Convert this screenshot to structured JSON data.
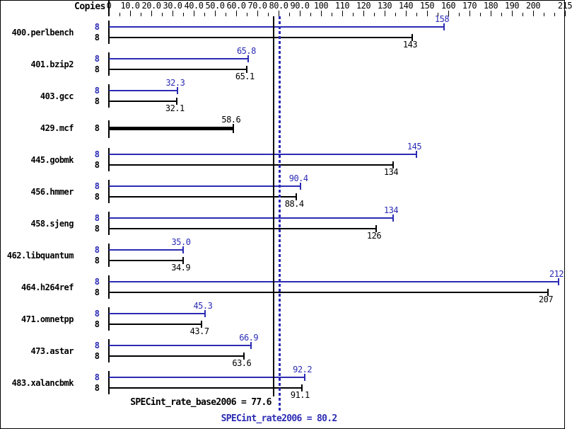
{
  "chart_data": {
    "type": "bar",
    "orientation": "horizontal",
    "copies_header": "Copies",
    "colors": {
      "peak": "#2b2bb4",
      "base": "#000000"
    },
    "axis": {
      "min": 0,
      "max": 215,
      "minor_step": 5,
      "position": "top",
      "ticks": [
        {
          "v": 0,
          "label": "0"
        },
        {
          "v": 10,
          "label": "10.0"
        },
        {
          "v": 20,
          "label": "20.0"
        },
        {
          "v": 30,
          "label": "30.0"
        },
        {
          "v": 40,
          "label": "40.0"
        },
        {
          "v": 50,
          "label": "50.0"
        },
        {
          "v": 60,
          "label": "60.0"
        },
        {
          "v": 70,
          "label": "70.0"
        },
        {
          "v": 80,
          "label": "80.0"
        },
        {
          "v": 90,
          "label": "90.0"
        },
        {
          "v": 100,
          "label": "100"
        },
        {
          "v": 110,
          "label": "110"
        },
        {
          "v": 120,
          "label": "120"
        },
        {
          "v": 130,
          "label": "130"
        },
        {
          "v": 140,
          "label": "140"
        },
        {
          "v": 150,
          "label": "150"
        },
        {
          "v": 160,
          "label": "160"
        },
        {
          "v": 170,
          "label": "170"
        },
        {
          "v": 180,
          "label": "180"
        },
        {
          "v": 190,
          "label": "190"
        },
        {
          "v": 200,
          "label": "200"
        },
        {
          "v": 215,
          "label": "215"
        }
      ]
    },
    "benchmarks": [
      {
        "name": "400.perlbench",
        "copies": "8",
        "peak": 158,
        "peak_label": "158",
        "base": 143,
        "base_label": "143"
      },
      {
        "name": "401.bzip2",
        "copies": "8",
        "peak": 65.8,
        "peak_label": "65.8",
        "base": 65.1,
        "base_label": "65.1"
      },
      {
        "name": "403.gcc",
        "copies": "8",
        "peak": 32.3,
        "peak_label": "32.3",
        "base": 32.1,
        "base_label": "32.1"
      },
      {
        "name": "429.mcf",
        "copies": "8",
        "single": true,
        "base": 58.6,
        "base_label": "58.6"
      },
      {
        "name": "445.gobmk",
        "copies": "8",
        "peak": 145,
        "peak_label": "145",
        "base": 134,
        "base_label": "134"
      },
      {
        "name": "456.hmmer",
        "copies": "8",
        "peak": 90.4,
        "peak_label": "90.4",
        "base": 88.4,
        "base_label": "88.4"
      },
      {
        "name": "458.sjeng",
        "copies": "8",
        "peak": 134,
        "peak_label": "134",
        "base": 126,
        "base_label": "126"
      },
      {
        "name": "462.libquantum",
        "copies": "8",
        "peak": 35.0,
        "peak_label": "35.0",
        "base": 34.9,
        "base_label": "34.9"
      },
      {
        "name": "464.h264ref",
        "copies": "8",
        "peak": 212,
        "peak_label": "212",
        "base": 207,
        "base_label": "207"
      },
      {
        "name": "471.omnetpp",
        "copies": "8",
        "peak": 45.3,
        "peak_label": "45.3",
        "base": 43.7,
        "base_label": "43.7"
      },
      {
        "name": "473.astar",
        "copies": "8",
        "peak": 66.9,
        "peak_label": "66.9",
        "base": 63.6,
        "base_label": "63.6"
      },
      {
        "name": "483.xalancbmk",
        "copies": "8",
        "peak": 92.2,
        "peak_label": "92.2",
        "base": 91.1,
        "base_label": "91.1"
      }
    ],
    "reference_lines": {
      "base": {
        "value": 77.6,
        "style": "solid",
        "label": "SPECint_rate_base2006 = 77.6"
      },
      "peak": {
        "value": 80.2,
        "style": "dotted",
        "label": "SPECint_rate2006 = 80.2"
      }
    }
  }
}
